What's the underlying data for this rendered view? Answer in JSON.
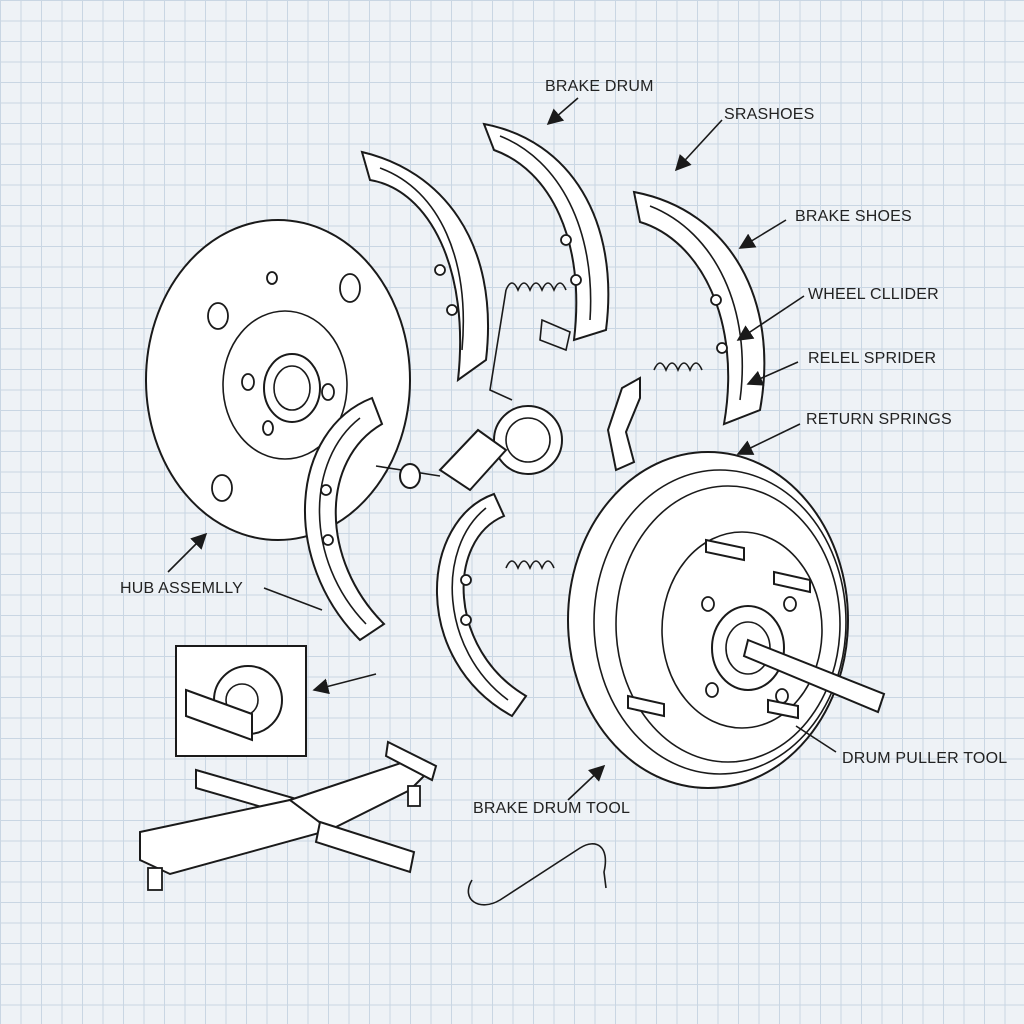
{
  "labels": {
    "brake_drum": "BRAKE DRUM",
    "srashoes": "SRASHOES",
    "brake_shoes": "BRAKE SHOES",
    "wheel_cllider": "WHEEL CLLIDER",
    "relel_sprider": "RELEL SPRIDER",
    "return_springs": "RETURN SPRINGS",
    "hub_assemlly": "HUB ASSEMLLY",
    "drum_puller_tool": "DRUM PULLER TOOL",
    "brake_drum_tool": "BRAKE DRUM TOOL"
  },
  "colors": {
    "background": "#eef2f6",
    "grid": "#c9d6e3",
    "ink": "#1a1a1a"
  }
}
